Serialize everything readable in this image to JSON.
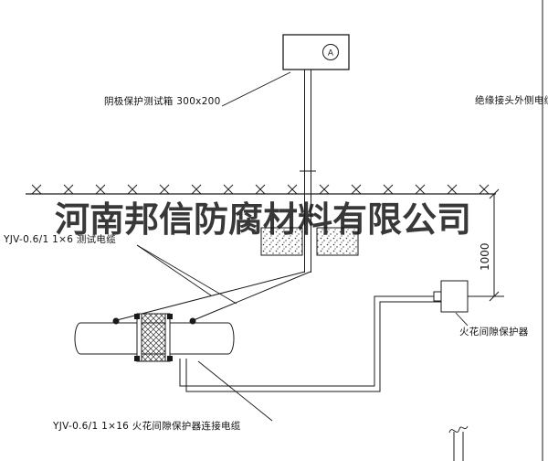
{
  "company_watermark": "河南邦信防腐材料有限公司",
  "labels": {
    "test_box": "阴极保护测试箱 300x200",
    "insulation_joint_cable": "绝缘接头外侧电缆",
    "test_cable": "YJV-0.6/1  1×6   测试电缆",
    "spark_gap_protector": "火花间隙保护器",
    "spark_gap_cable": "YJV-0.6/1  1×16   火花间隙保护器连接电缆",
    "meter_symbol": "A",
    "dimension": "1000"
  },
  "colors": {
    "line": "#1a1a1a",
    "background": "#ffffff"
  }
}
